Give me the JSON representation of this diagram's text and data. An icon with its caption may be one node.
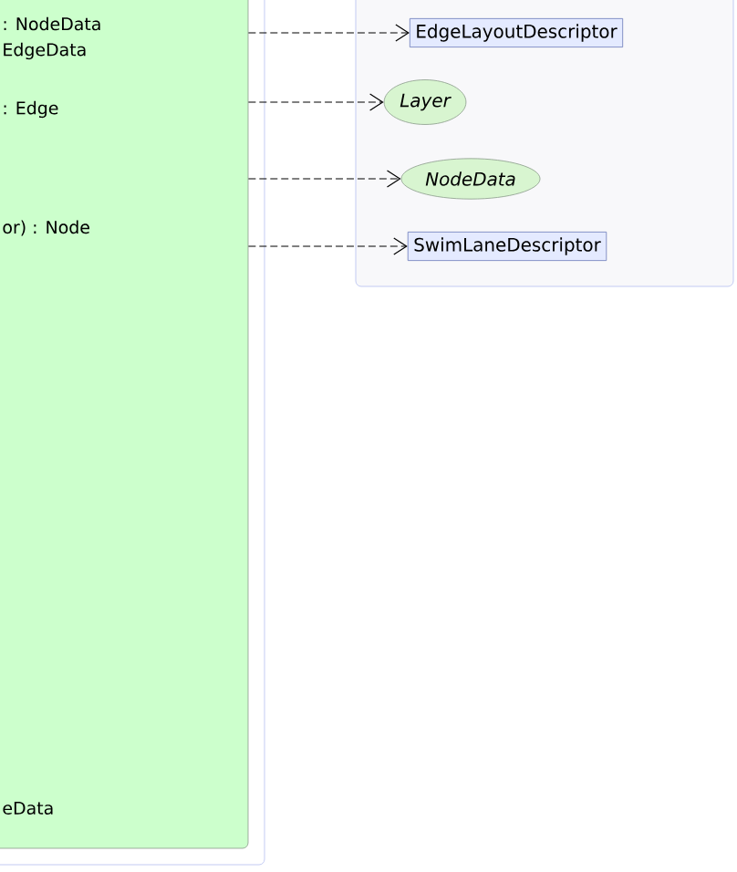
{
  "diagram": {
    "nodes": [
      {
        "text": [],
        "shape": "box"
      },
      {
        "text": [
          ": NodeData",
          "EdgeData",
          ": Edge",
          "or) : Node",
          "eData"
        ],
        "in": 0
      },
      {
        "text": [],
        "shape": "box"
      },
      {
        "text": [
          "EdgeLayoutDescriptor"
        ],
        "in": 2
      },
      {
        "text": [
          "*Layer*"
        ],
        "in": 2
      },
      {
        "text": [
          "*NodeData*"
        ],
        "in": 2
      },
      {
        "text": [
          "SwimLaneDescriptor"
        ],
        "in": 2
      }
    ],
    "edges": [
      {
        "from": 1,
        "to": 3,
        "arrow": "to",
        "style": "dashed"
      },
      {
        "from": 1,
        "to": 4,
        "arrow": "to",
        "style": "dashed"
      },
      {
        "from": 1,
        "to": 5,
        "arrow": "to",
        "style": "dashed"
      },
      {
        "from": 1,
        "to": 6,
        "arrow": "to",
        "style": "dashed"
      }
    ]
  }
}
